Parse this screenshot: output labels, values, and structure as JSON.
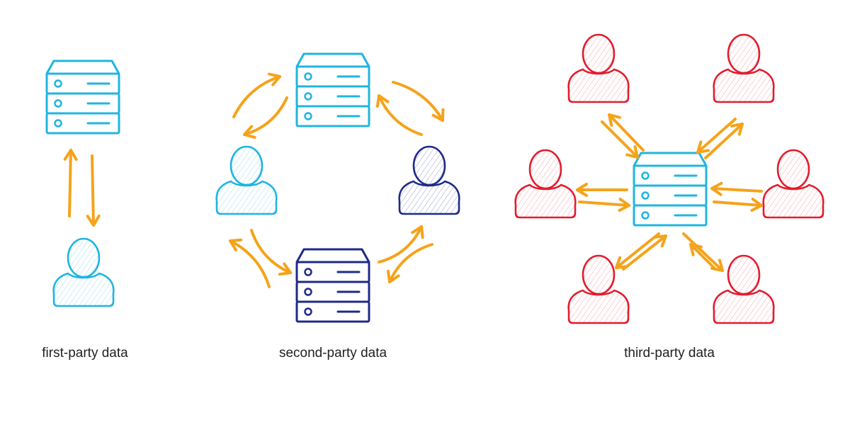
{
  "captions": {
    "first": "first-party data",
    "second": "second-party data",
    "third": "third-party data"
  },
  "colors": {
    "light_blue": "#1fb5e0",
    "dark_blue": "#1f2a8a",
    "red": "#e11d2e",
    "arrow": "#f5a31a",
    "text": "#222222"
  },
  "icons": {
    "server": "server-icon",
    "person": "person-icon",
    "arrow": "arrow-icon"
  }
}
